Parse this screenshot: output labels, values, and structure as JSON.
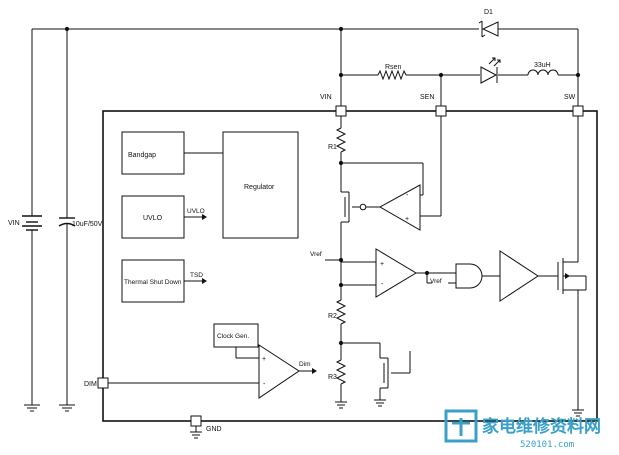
{
  "labels": {
    "vin_source": "VIN",
    "cap": "10uF/50V",
    "diode": "D1",
    "rsen": "Rsen",
    "inductor": "33uH",
    "pin_vin": "VIN",
    "pin_sen": "SEN",
    "pin_sw": "SW",
    "pin_dim": "DIM",
    "pin_gnd": "GND",
    "bandgap": "Bandgap",
    "regulator": "Regulator",
    "uvlo_block": "UVLO",
    "uvlo_out": "UVLO",
    "tsd_block": "Thermal Shut Down",
    "tsd_out": "TSD",
    "clock": "Clock Gen.",
    "dim_out": "Dim",
    "r1": "R1",
    "r2": "R2",
    "r3": "R3",
    "vref_left": "Vref",
    "vref_right": "Vref",
    "plus": "+",
    "minus": "-"
  },
  "watermark": {
    "title": "家电维修资料网",
    "url": "520101.com"
  },
  "colors": {
    "line": "#111111",
    "watermark": "#3aa0c8"
  }
}
